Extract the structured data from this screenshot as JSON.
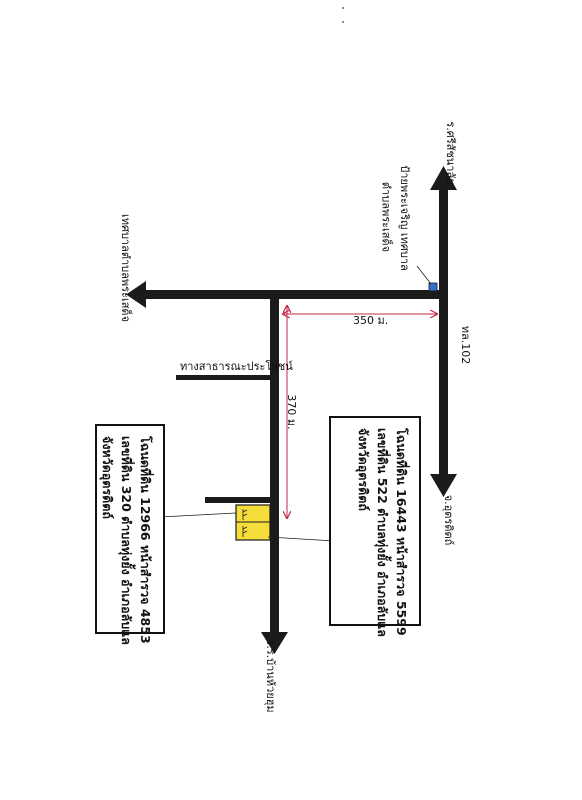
{
  "colors": {
    "road": "#1b1b1b",
    "dimension": "#c0284a",
    "plot_fill": "#f5de3c",
    "marker": "#2f6fd0"
  },
  "labels": {
    "north_school": "ร.ศรีสัชนาลัย",
    "temple": "ป้ายพระเจริญ เทศบาล",
    "temple_sub": "ตำบลพระเสด็จ",
    "west_road": "เทศบาลตำบลพระเสด็จ",
    "dist_350": "350 ม.",
    "highway": "ทล.102",
    "public_way": "ทางสาธารณะประโยชน์",
    "dist_370": "370 ม.",
    "south_uttaradit": "จ.อุตรดิตถ์",
    "south_school": "ร.ร.บ้านห้วยฮุม"
  },
  "deed_boxes": [
    {
      "line1": "โฉนดที่ดิน 16443 หน้าสำรวจ 5599",
      "line2": "เลขที่ดิน 522 ตำบลทุ่งยั้ง อำเภอลับแล",
      "line3": "จังหวัดอุตรดิตถ์"
    },
    {
      "line1": "โฉนดที่ดิน 12966 หน้าสำรวจ 4853",
      "line2": "เลขที่ดิน 320 ตำบลทุ่งยั้ง อำเภอลับแล",
      "line3": "จังหวัดอุตรดิตถ์"
    }
  ]
}
